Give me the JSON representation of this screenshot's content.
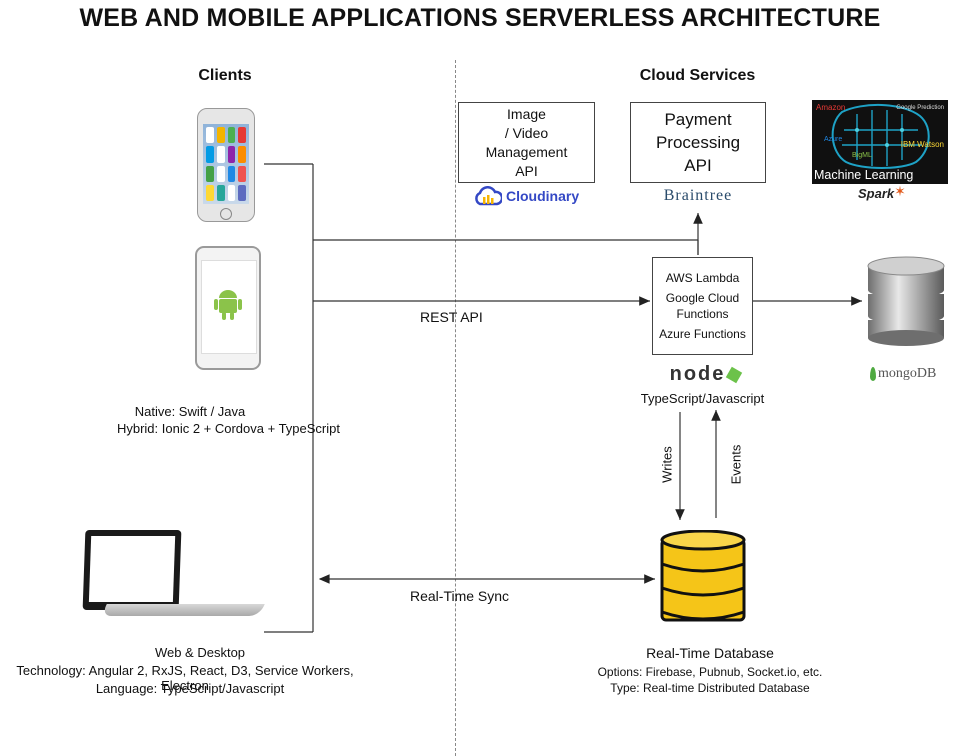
{
  "title": "WEB AND MOBILE APPLICATIONS SERVERLESS ARCHITECTURE",
  "headers": {
    "clients": "Clients",
    "cloud": "Cloud Services"
  },
  "mobile": {
    "native": "Native: Swift / Java",
    "hybrid": "Hybrid: Ionic 2 + Cordova + TypeScript"
  },
  "desktop": {
    "line1": "Web & Desktop",
    "line2": "Technology: Angular 2, RxJS, React, D3, Service Workers, Electron",
    "line3": "Language: TypeScript/Javascript"
  },
  "image_api": {
    "line1": "Image",
    "line2": "/ Video",
    "line3": "Management",
    "line4": "API"
  },
  "payment_api": {
    "line1": "Payment",
    "line2": "Processing",
    "line3": "API"
  },
  "ml": {
    "label": "Machine Learning",
    "tags": {
      "amazon": "Amazon",
      "google": "Google Prediction",
      "azure": "Azure",
      "ibm": "IBM Watson",
      "bigml": "BigML"
    }
  },
  "logos": {
    "cloudinary": "Cloudinary",
    "braintree": "Braintree",
    "spark": "Spark",
    "node": "node",
    "mongo": "mongoDB"
  },
  "functions": {
    "aws": "AWS Lambda",
    "gcf1": "Google Cloud",
    "gcf2": "Functions",
    "azure": "Azure Functions"
  },
  "functions_lang": "TypeScript/Javascript",
  "edges": {
    "rest": "REST API",
    "sync": "Real-Time Sync",
    "writes": "Writes",
    "events": "Events"
  },
  "database": {
    "title": "Real-Time Database",
    "options": "Options: Firebase, Pubnub, Socket.io, etc.",
    "type": "Type: Real-time Distributed Database"
  },
  "colors": {
    "node_green": "#6cc24a",
    "mongo_green": "#4faa41",
    "braintree_blue": "#2a4b6b",
    "cloudinary_blue": "#3448c5",
    "db_yellow": "#f5c518",
    "ml_teal": "#1ea2c6"
  }
}
